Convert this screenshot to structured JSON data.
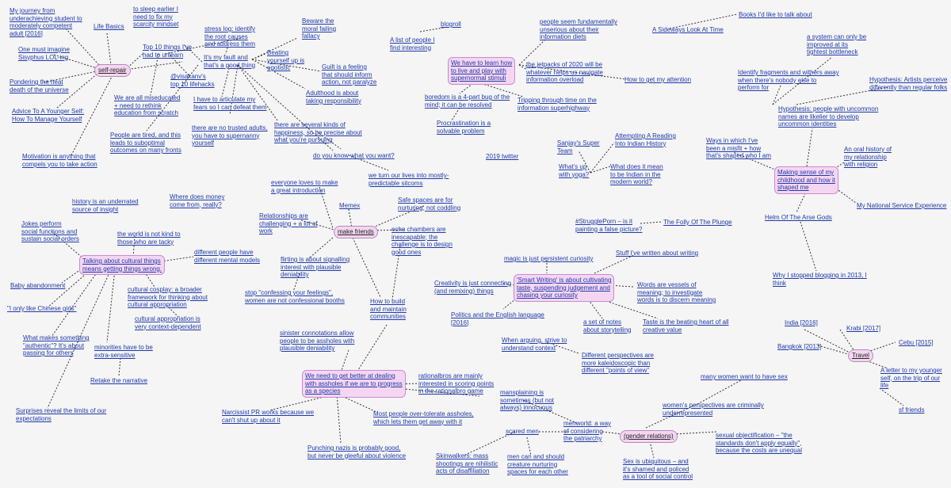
{
  "hub_color": "#f5d6f2",
  "link_color": "#1f3aa8",
  "nodes": {
    "journey": "My journey from\nunderachieving student to\nmoderately competent\nadult [2016]",
    "sleep": "to sleep earlier I\nneed to fix my\nscarcity mindset",
    "life_basics": "Life Basics",
    "stress_log": "stress log: identify\nthe root causes\nand address them",
    "beware": "Beware the\nmoral failing\nfallacy",
    "blogroll": "blogroll",
    "fundamentally": "people seem fundamentally\nunserious about their\ninformation diets",
    "books": "Books I'd like to talk about",
    "sideways": "A Sideways Look At Time",
    "system": "a system can only be\nimproved at its\ntightest bottleneck",
    "one_must": "One must imagine\nSisyphus LOL-ing",
    "self_repair": "self-repair",
    "top10": "Top 10 things I've\nhad to unlearn",
    "my_fault": "It's my fault and\nthat's a good thing",
    "beating": "Beating\nyourself up is\negotistic",
    "list_people": "A list of people I\nfind interesting",
    "supernormal": "We have to learn how\nto live and play with\nsupernormal stimuli",
    "jetpacks": "the jetpacks of 2020 will be\nwhatever helps us navigate\ninformation overload",
    "identify_frag": "Identify fragments and withers away\nwhen there's nobody else to\nperform for",
    "artists": "Hypothesis: Artists perceive\ndifferently than regular folks",
    "pondering": "Pondering the heat\ndeath of the universe",
    "visakan": "@visakanv's\ntop 10 lifehacks",
    "guilt": "Guilt is a feeling\nthat should inform\naction, not paralyze",
    "attention": "How to get my attention",
    "advice": "Advice To A Younger Self:\nHow To Manage Yourself",
    "miseducated": "We are all miseducated\n+ need to rethink\neducation from scratch",
    "articulate": "I have to articulate my\nfears so I can defeat them",
    "adulthood": "Adulthood is about\ntaking responsibility",
    "boredom": "boredom is a 4-part bug of the\nmind; it can be resolved",
    "tripping": "Tripping through time on the\ninformation superhighway",
    "uncommon": "Hypothesis: people with uncommon\nnames are likelier to develop\nuncommon identities",
    "tired": "People are tired, and this\nleads to suboptimal\noutcomes on many fronts",
    "no_trusted": "there are no trusted adults,\nyou have to supernanny\nyourself",
    "kinds_happiness": "there are several kinds of\nhappiness, so be precise about\nwhat you're pursuing",
    "procrastination": "Procrastination is a\nsolvable problem",
    "sanjay": "Sanjay's Super\nTeam",
    "attempting": "Attempting A Reading\nInto Indian History",
    "misfit": "Ways in which I've\nbeen a misfit + how\nthat's shaped who I am",
    "motivation": "Motivation is anything that\ncompels you to take action",
    "do_you_know": "do you know what you want?",
    "twitter2019": "2019 twitter",
    "yoga": "What's up\nwith yoga?",
    "indian": "What does it mean\nto be Indian in the\nmodern world?",
    "oral_history": "An oral history of\nmy relationship\nwith religion",
    "childhood": "Making sense of my\nchildhood and how it\nshaped me",
    "sitcoms": "we turn our lives into mostly-\npredictable sitcoms",
    "intro": "everyone loves to make\na great introduction",
    "history_underrated": "history is an underrated\nsource of insight",
    "money": "Where does money\ncome from, really?",
    "memex": "Memex",
    "safe_spaces": "Safe spaces are for\nnurturing, not coddling",
    "national_service": "My National Service Experience",
    "jokes": "Jokes perform\nsocial functions and\nsustain social orders",
    "relationships": "Relationships are\nchallenging + a lot of\nwork",
    "make_friends": "make friends",
    "echo": "echo chambers are\ninescapable; the\nchallenge is to design\ngood ones",
    "struggle_porn": "#StrugglePorn – is it\npainting a false picture?",
    "folly": "The Folly Of The Plunge",
    "helm": "Helm Of The Arse Gods",
    "not_kind": "the world is not kind to\nthose who are tacky",
    "different_people": "different people have\ndifferent mental models",
    "cultural": "Talking about cultural things\nmeans getting things wrong.",
    "flirting": "flirting is about signalling\ninterest with plausible\ndeniability",
    "magic": "magic is just persistent curiosity",
    "stuff_writing": "Stuff I've written about writing",
    "baby": "Baby abandonment",
    "cosplay": "cultural cosplay: a broader\nframework for thinking about\ncultural appropriation",
    "stop_confessing": "stop \"confessing your feelings\",\nwomen are not confessional booths",
    "creativity": "Creativity is just connecting\n(and remixing) things",
    "smart_writing": "'Smart Writing' is about cultivating\ntaste, suspending judgement and\nchasing your curiosity",
    "words_vessels": "Words are vessels of\nmeaning; to investigate\nwords is to discern meaning",
    "stopped_blogging": "Why I stopped blogging in 2013, I\nthink",
    "chinese_girls": "\"I only like Chinese girls\"",
    "how_to_build": "How to build\nand maintain\ncommunities",
    "appropriation": "cultural appropriation is\nvery context-dependent",
    "politics": "Politics and the English language\n[2016]",
    "notes": "a set of notes\nabout storytelling",
    "taste_beating": "Taste is the beating heart of all\ncreative value",
    "india": "India [2016]",
    "krabi": "Krabi [2017]",
    "authentic": "What makes something\n\"authentic\"? It's about\npassing for others",
    "sinister": "sinister connotations allow\npeople to be assholes with\nplausible deniability",
    "arguing": "When arguing, strive to\nunderstand context",
    "minorities": "minorities have to be\nextra-sensitive",
    "perspectives": "Different perspectives are\nmore kaleidoscopic than\ndifferent \"points of view\"",
    "bangkok": "Bangkok [2013]",
    "travel": "Travel",
    "cebu": "Cebu [2015]",
    "retake": "Retake the narrative",
    "assholes": "We need to get better at dealing\nwith assholes if we are to progress\nas a species",
    "rationalbros": "rationalbros are mainly\ninterested in scoring points\nin the rationalbro game",
    "sex_many": "many women want to have sex",
    "younger_self": "A letter to my younger\nself, on the trip of our\nlife",
    "mansplaining": "mansplaining is\nsometimes (but not\nalways) innocuous",
    "womens": "women's perspectives are criminally\nunderrepresented",
    "surprises": "Surprises reveal the limits of our\nexpectations",
    "narcissist": "Narcissist PR works because we\ncan't shut up about it",
    "overtolerate": "Most people over-tolerate assholes,\nwhich lets them get away with it",
    "sf_friends": "sf friends",
    "menworld": "menworld: a way\nof considering\nthe patriarchy",
    "scared_men": "scared men",
    "gender": "(gender relations)",
    "objectification": "sexual objectification – \"the\nstandards don't apply equally\",\nbecause the costs are unequal",
    "skinwalkers": "Skinwalkers: mass\nshootings are nihilistic\nacts of disaffiliation",
    "men_nurturing": "men can and should\ncreature nurturing\nspaces for each other",
    "punching": "Punching nazis is probably good,\nbut never be gleeful about violence",
    "sex_ubiquitous": "Sex is ubiquitous – and\nit's shamed and policed\nas a tool of social control"
  }
}
